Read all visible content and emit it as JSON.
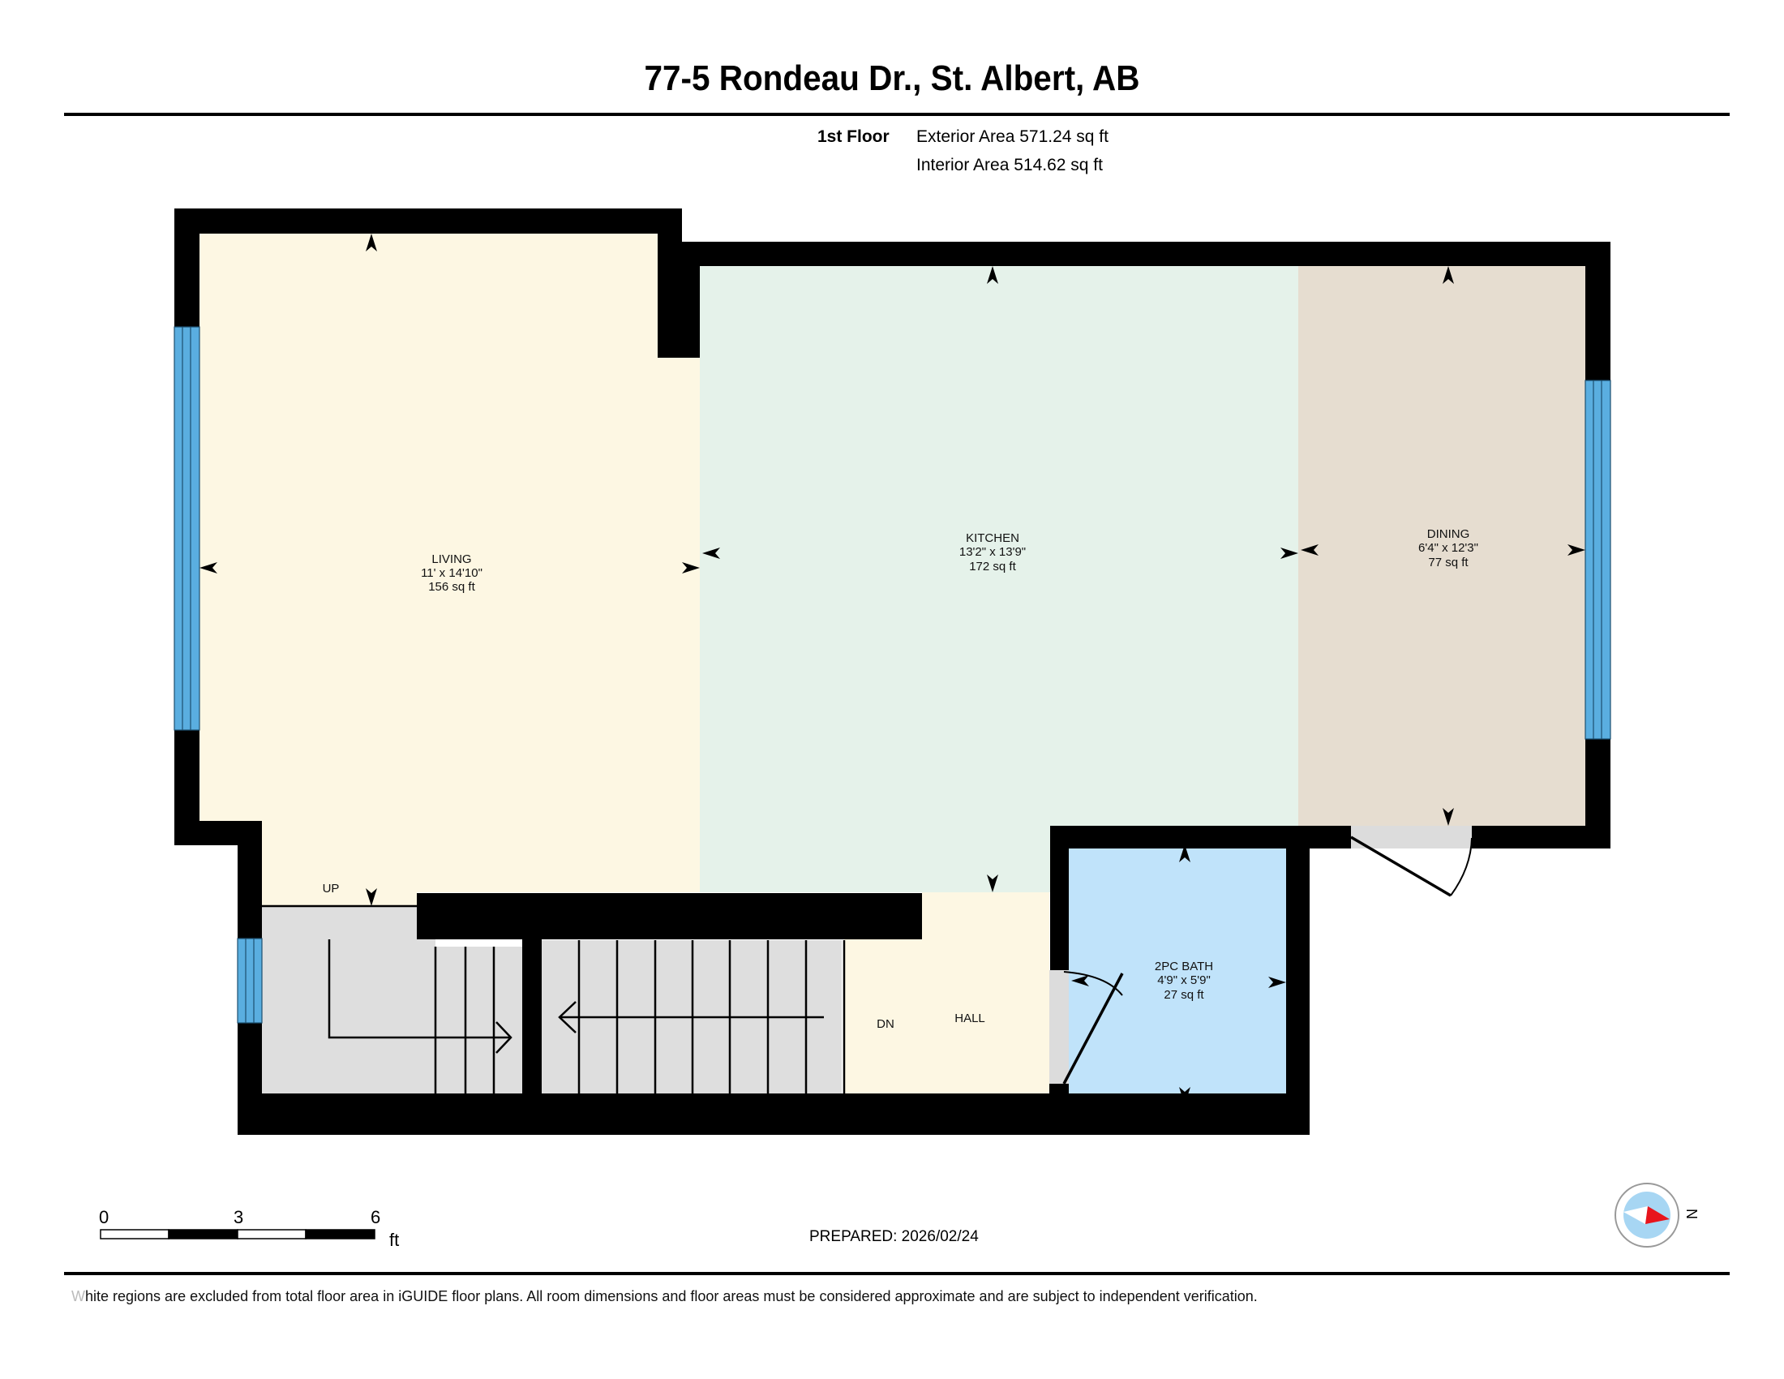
{
  "header": {
    "title": "77-5 Rondeau Dr., St. Albert, AB",
    "floor": "1st Floor",
    "exterior_area": "Exterior Area 571.24 sq ft",
    "interior_area": "Interior Area 514.62 sq ft"
  },
  "rooms": [
    {
      "name": "LIVING",
      "dims": "11' x 14'10\"",
      "area": "156 sq ft",
      "color": "#fdf7e3"
    },
    {
      "name": "KITCHEN",
      "dims": "13'2\" x 13'9\"",
      "area": "172 sq ft",
      "color": "#e5f2ea"
    },
    {
      "name": "DINING",
      "dims": "6'4\" x 12'3\"",
      "area": "77 sq ft",
      "color": "#e6ddd0"
    },
    {
      "name": "2PC BATH",
      "dims": "4'9\" x 5'9\"",
      "area": "27 sq ft",
      "color": "#c0e3fa"
    },
    {
      "name": "HALL",
      "color": "#fdf7e3"
    }
  ],
  "stairs": {
    "up_label": "UP",
    "down_label": "DN",
    "color": "#dedede"
  },
  "colors": {
    "wall": "#000000",
    "window": "#5aaee0",
    "door_threshold": "#dcdcdc"
  },
  "scale_bar": {
    "ticks": [
      "0",
      "3",
      "6"
    ],
    "unit": "ft"
  },
  "compass": {
    "label": "N"
  },
  "footer": {
    "prepared": "PREPARED: 2026/02/24",
    "disclaimer_first": "W",
    "disclaimer_rest": "hite regions are excluded from total floor area in iGUIDE floor plans. All room dimensions and floor areas must be considered approximate and are subject to independent verification."
  }
}
